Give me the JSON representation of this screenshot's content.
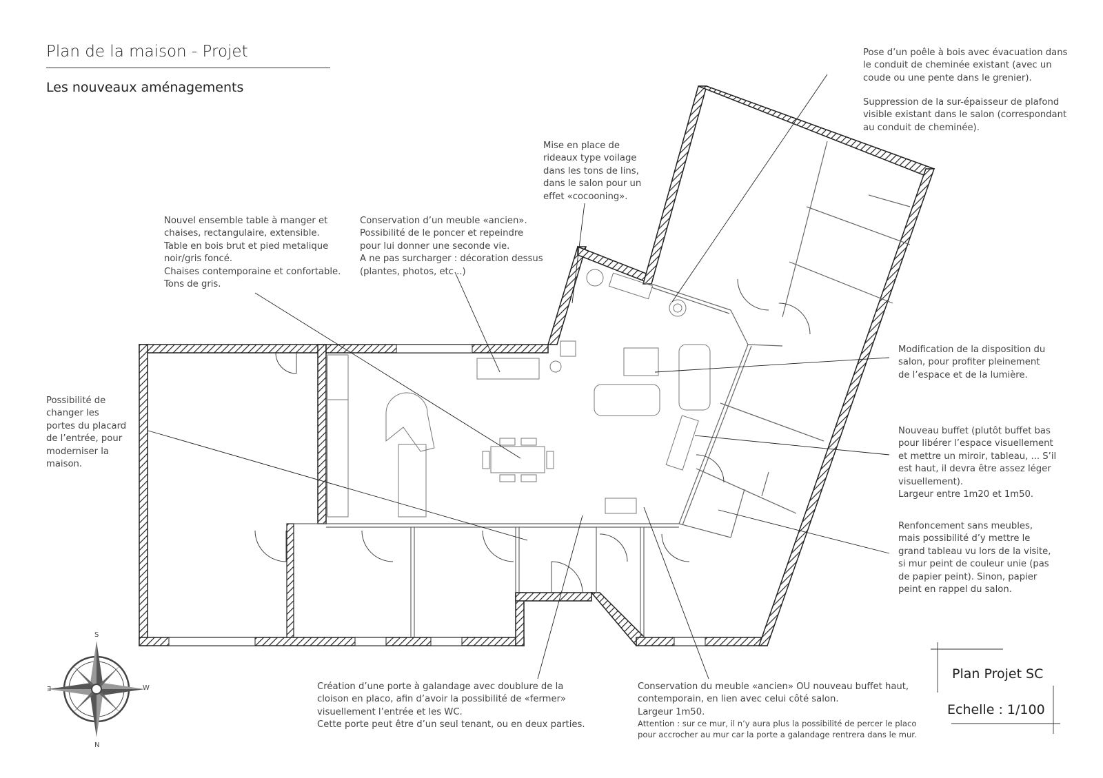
{
  "header": {
    "title": "Plan de la maison - Projet",
    "subtitle": "Les nouveaux aménagements"
  },
  "annotations": {
    "poele": "Pose d’un poêle à bois avec évacuation dans\nle conduit de cheminée existant (avec un\ncoude ou une pente dans le grenier).",
    "plafond": "Suppression de la sur-épaisseur de plafond\nvisible existant dans le salon (correspondant\nau conduit de cheminée).",
    "rideaux": "Mise en place de\nrideaux type voilage\ndans les tons de lins,\ndans le salon pour un\neffet «cocooning».",
    "table": "Nouvel ensemble table à manger et\nchaises, rectangulaire, extensible.\nTable en bois brut et pied metalique\nnoir/gris foncé.\nChaises contemporaine et confortable.\nTons de gris.",
    "meuble_ancien": "Conservation d’un meuble «ancien».\nPossibilité de le poncer et repeindre\npour lui donner une seconde vie.\nA ne pas surcharger : décoration dessus\n(plantes, photos, etc ..)",
    "disposition": "Modification de la disposition du\nsalon, pour profiter pleinement\nde l’espace et de la lumière.",
    "buffet": "Nouveau buffet (plutôt buffet bas\npour libérer l’espace visuellement\net mettre un miroir, tableau, ... S’il\nest haut, il devra être assez léger\nvisuellement).\nLargeur entre 1m20 et 1m50.",
    "renfoncement": "Renfoncement sans meubles,\nmais possibilité d’y mettre le\ngrand tableau vu lors de la visite,\nsi mur peint de couleur unie (pas\nde papier peint). Sinon, papier\npeint en rappel du salon.",
    "placard": "Possibilité de\nchanger les\nportes du placard\nde l’entrée, pour\nmoderniser la\nmaison.",
    "galandage": "Création d’une porte à galandage avec doublure de la\ncloison en placo, afin d’avoir la possibilité de «fermer»\nvisuellement l’entrée et les WC.\nCette porte peut être d’un seul tenant, ou en deux parties.",
    "buffet_haut": "Conservation du meuble «ancien» OU nouveau buffet haut,\ncontemporain, en lien avec celui côté salon.\nLargeur 1m50.",
    "attention": "Attention : sur ce mur, il n’y aura plus la possibilité de percer le placo\npour accrocher au mur car la porte a galandage rentrera dans le mur."
  },
  "cartouche": {
    "plan_name": "Plan Projet SC",
    "scale": "Echelle : 1/100"
  },
  "compass": {
    "top": "S",
    "bottom": "N",
    "left": "E",
    "right": "W"
  },
  "colors": {
    "wall": "#222222",
    "line": "#555555",
    "light": "#999999"
  }
}
